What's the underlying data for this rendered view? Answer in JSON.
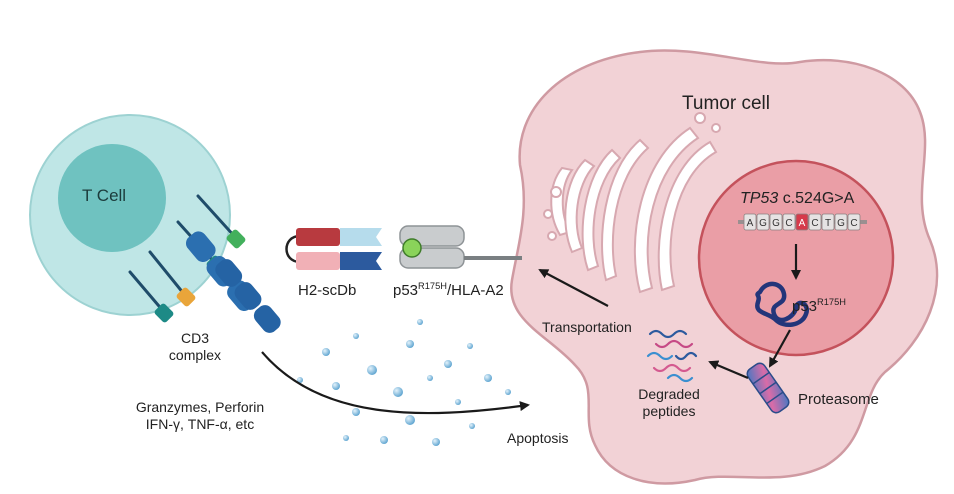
{
  "labels": {
    "tumor_cell": "Tumor cell",
    "t_cell": "T Cell",
    "cd3_line1": "CD3",
    "cd3_line2": "complex",
    "h2_scdb": "H2-scDb",
    "p53_prefix": "p53",
    "p53_sup": "R175H",
    "hla_suffix": "/HLA-A2",
    "tp53_gene": "TP53",
    "tp53_mutation": " c.524G>A",
    "p53_protein": "p53",
    "p53_protein_sup": "R175H",
    "transportation": "Transportation",
    "degraded_line1": "Degraded",
    "degraded_line2": "peptides",
    "proteasome": "Proteasome",
    "effectors_line1": "Granzymes, Perforin",
    "effectors_line2": "IFN-γ, TNF-α, etc",
    "apoptosis": "Apoptosis"
  },
  "dna_letters": [
    "A",
    "G",
    "G",
    "C",
    "A",
    "C",
    "T",
    "G",
    "C"
  ],
  "colors": {
    "tumor_fill": "#f2d2d6",
    "tumor_stroke": "#cf9aa2",
    "nucleus_fill": "#ea9ea6",
    "nucleus_stroke": "#c4525c",
    "tcell_outer": "#bfe6e6",
    "tcell_inner": "#6fc2c0",
    "scdb_red": "#b83a3f",
    "scdb_pink": "#f1b0b6",
    "scdb_light_blue": "#b6dcec",
    "scdb_dark_blue": "#2c5a9e",
    "hla_grey": "#c9ccce",
    "peptide_green": "#8ad35a",
    "receptor_blue": "#2b6fb0",
    "receptor_teal": "#1d8a86",
    "receptor_green": "#43b05c",
    "receptor_orange": "#e9a53a",
    "mutant_base": "#d63a4a"
  }
}
